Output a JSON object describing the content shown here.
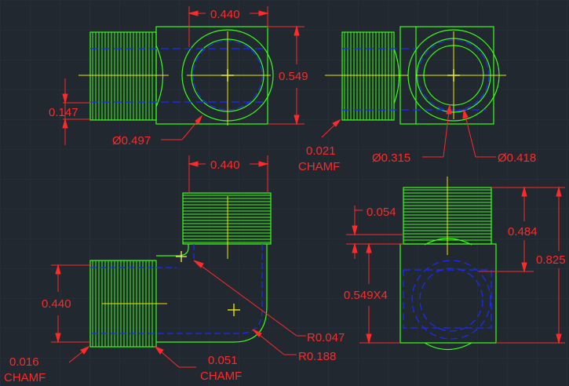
{
  "drawing": {
    "colors": {
      "background": "#212830",
      "grid": "#2b323b",
      "part": "#39ff14",
      "hidden": "#1a2cff",
      "center": "#e8e800",
      "dimension": "#ff2a2a",
      "cursor": "#ffff66"
    },
    "labels": {
      "tl_top_width": "0.440",
      "tl_height": "0.549",
      "tl_thread_small": "0.147",
      "tl_dia": "Ø0.497",
      "tr_chamf_value": "0.021",
      "tr_chamf_word": "CHAMF",
      "tr_dia_inner": "Ø0.315",
      "tr_dia_outer": "Ø0.418",
      "bl_top_width": "0.440",
      "bl_left_height": "0.440",
      "bl_radius_small": "R0.047",
      "bl_radius_large": "R0.188",
      "bl_chamf_left_value": "0.016",
      "bl_chamf_left_word": "CHAMF",
      "bl_chamf_right_value": "0.051",
      "bl_chamf_right_word": "CHAMF",
      "br_small": "0.054",
      "br_height_a": "0.484",
      "br_height_b": "0.825",
      "br_height_c": "0.549X4"
    }
  }
}
